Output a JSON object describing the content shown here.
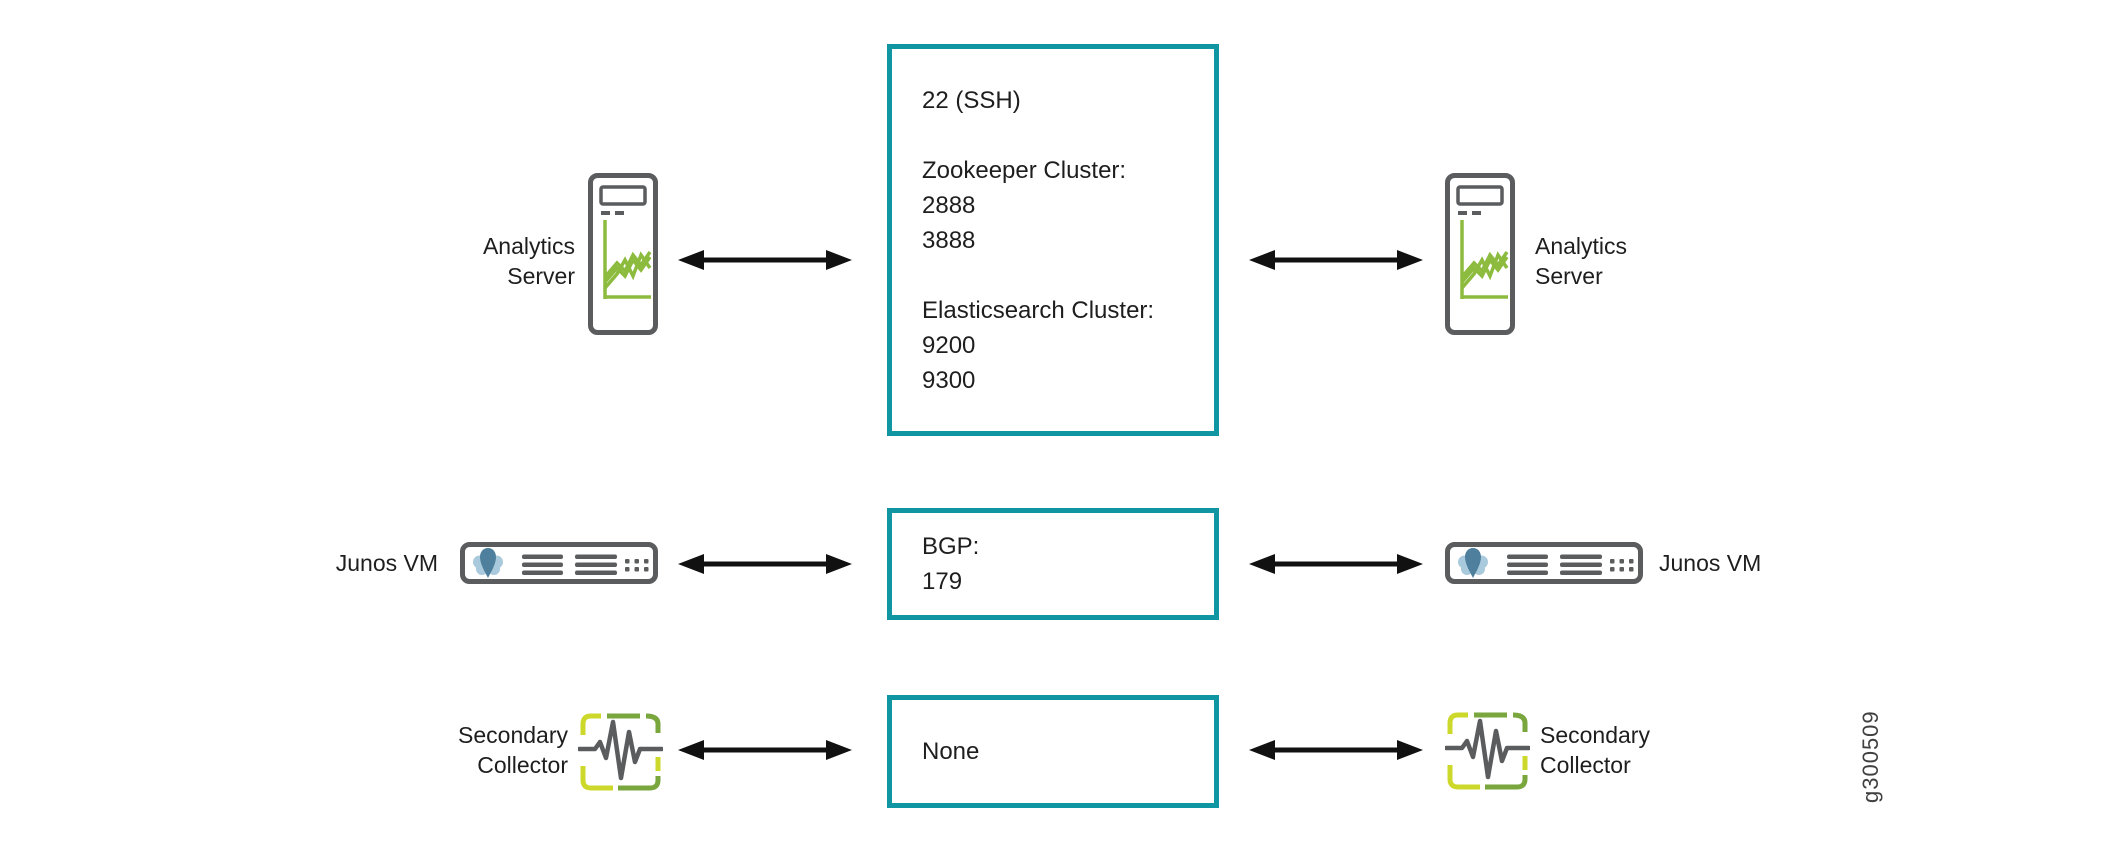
{
  "watermark": "g300509",
  "colors": {
    "accent": "#0f96a2",
    "icon_gray": "#5a5c5e",
    "chart_green": "#8cbb3e",
    "collector_yellow": "#ccd92b",
    "collector_green": "#79a63d",
    "logo_light_blue": "#a9cadc",
    "logo_dark_blue": "#4e7f9c",
    "arrow_black": "#111111"
  },
  "rows": [
    {
      "left_label": "Analytics\nServer",
      "right_label": "Analytics\nServer",
      "icon": "analytics-server-icon",
      "ports": "22 (SSH)\n\nZookeeper Cluster:\n2888\n3888\n\nElasticsearch Cluster:\n9200\n9300"
    },
    {
      "left_label": "Junos VM",
      "right_label": "Junos VM",
      "icon": "junos-vm-icon",
      "ports": "BGP:\n179"
    },
    {
      "left_label": "Secondary\nCollector",
      "right_label": "Secondary\nCollector",
      "icon": "secondary-collector-icon",
      "ports": "None"
    }
  ]
}
